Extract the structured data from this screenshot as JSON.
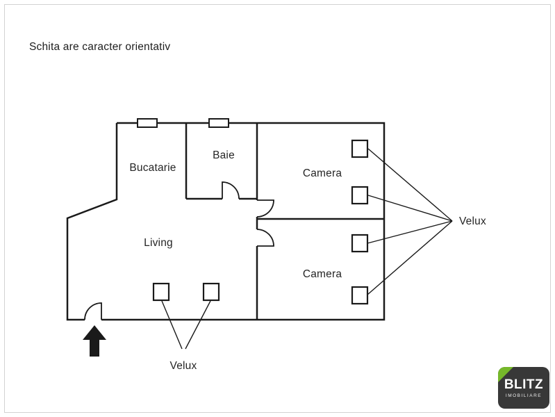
{
  "page": {
    "disclaimer": "Schita are caracter orientativ"
  },
  "floorplan": {
    "labels": {
      "kitchen": "Bucatarie",
      "bathroom": "Baie",
      "camera_top": "Camera",
      "living": "Living",
      "camera_bottom": "Camera",
      "velux_right": "Velux",
      "velux_bottom": "Velux"
    },
    "velux_windows_right_count": 4,
    "velux_windows_bottom_count": 2,
    "window_symbols_top_wall_count": 2,
    "entrance": "arrow-up-at-bottom-left-door"
  },
  "logo": {
    "brand": "BLITZ",
    "sub": "IMOBILIARE"
  },
  "colors": {
    "wall": "#1a1a1a",
    "text": "#252525",
    "pointer_line": "#1a1a1a",
    "page_border": "#d2d2d2",
    "logo_bg": "#383838",
    "logo_accent_green": "#76b82a",
    "logo_text": "#ffffff"
  }
}
